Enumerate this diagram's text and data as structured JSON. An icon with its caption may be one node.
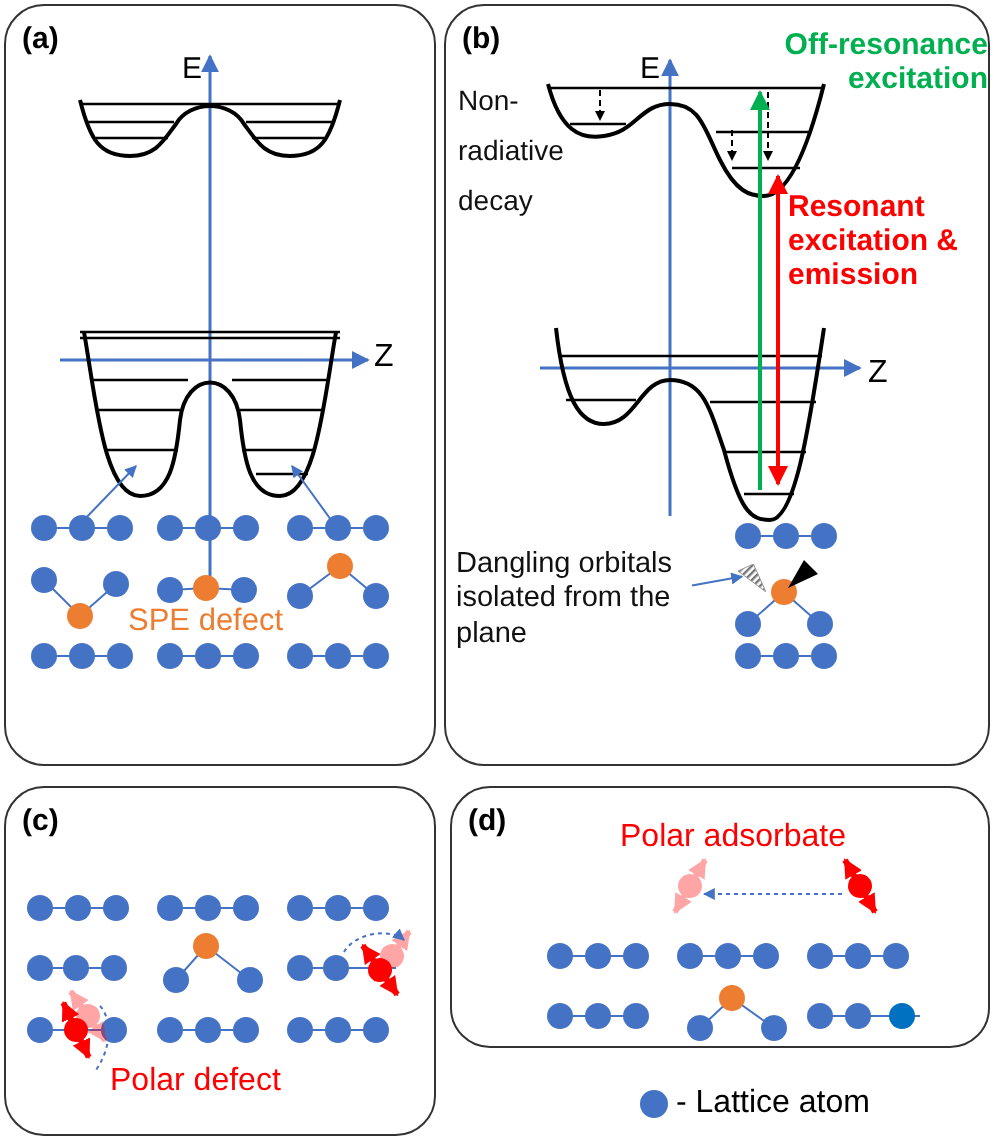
{
  "diagram": {
    "nodes": [
      {
        "text": [
          "(a)"
        ]
      },
      {
        "text": [
          "(b)"
        ]
      },
      {
        "text": [
          "Dangling orbitals isolated from the plane"
        ],
        "in": 1
      },
      {
        "text": [],
        "shape": "cone",
        "in": 1
      },
      {
        "text": [
          "(c)"
        ]
      },
      {
        "text": [
          "(d)"
        ]
      }
    ],
    "edges": [
      {
        "from": 2,
        "to": 3,
        "arrow": "to"
      }
    ],
    "labels": [
      "E",
      "Z",
      "SPE defect",
      "E",
      "Off-resonance excitation",
      "Non-radiative decay",
      "Resonant excitation & emission",
      "Z",
      "Polar defect",
      "Polar adsorbate"
    ],
    "legend": [
      {
        "text": "- Lattice atom",
        "color": "#4472c4"
      }
    ]
  }
}
